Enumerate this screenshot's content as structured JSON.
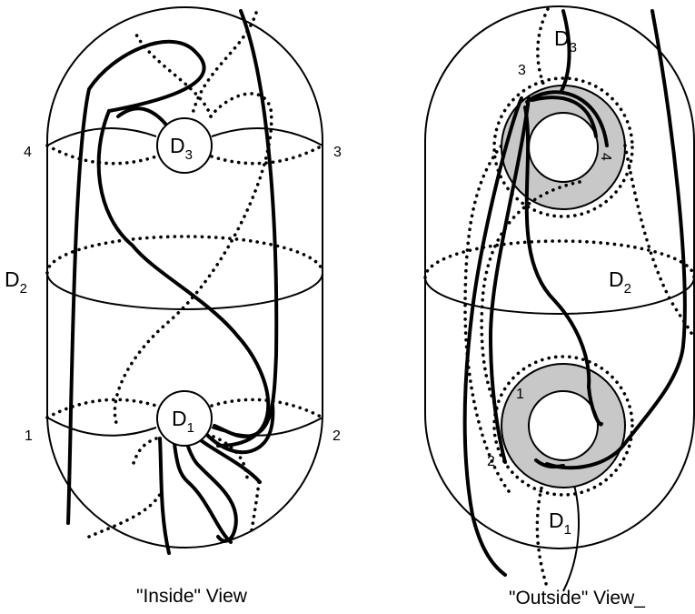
{
  "inside_view": {
    "caption": "\"Inside\" View",
    "disks": {
      "top": {
        "letter": "D",
        "sub": "3"
      },
      "middle": {
        "letter": "D",
        "sub": "2"
      },
      "bottom": {
        "letter": "D",
        "sub": "1"
      }
    },
    "numbers": {
      "upper_left": "4",
      "upper_right": "3",
      "lower_left": "1",
      "lower_right": "2"
    }
  },
  "outside_view": {
    "caption": "\"Outside\" View_",
    "disks": {
      "top": {
        "letter": "D",
        "sub": "3"
      },
      "middle": {
        "letter": "D",
        "sub": "2"
      },
      "bottom": {
        "letter": "D",
        "sub": "1"
      }
    },
    "numbers": {
      "top_ring_left": "3",
      "top_ring_right": "4",
      "bottom_ring_left": "1",
      "bottom_ring_lower_left": "2"
    }
  }
}
